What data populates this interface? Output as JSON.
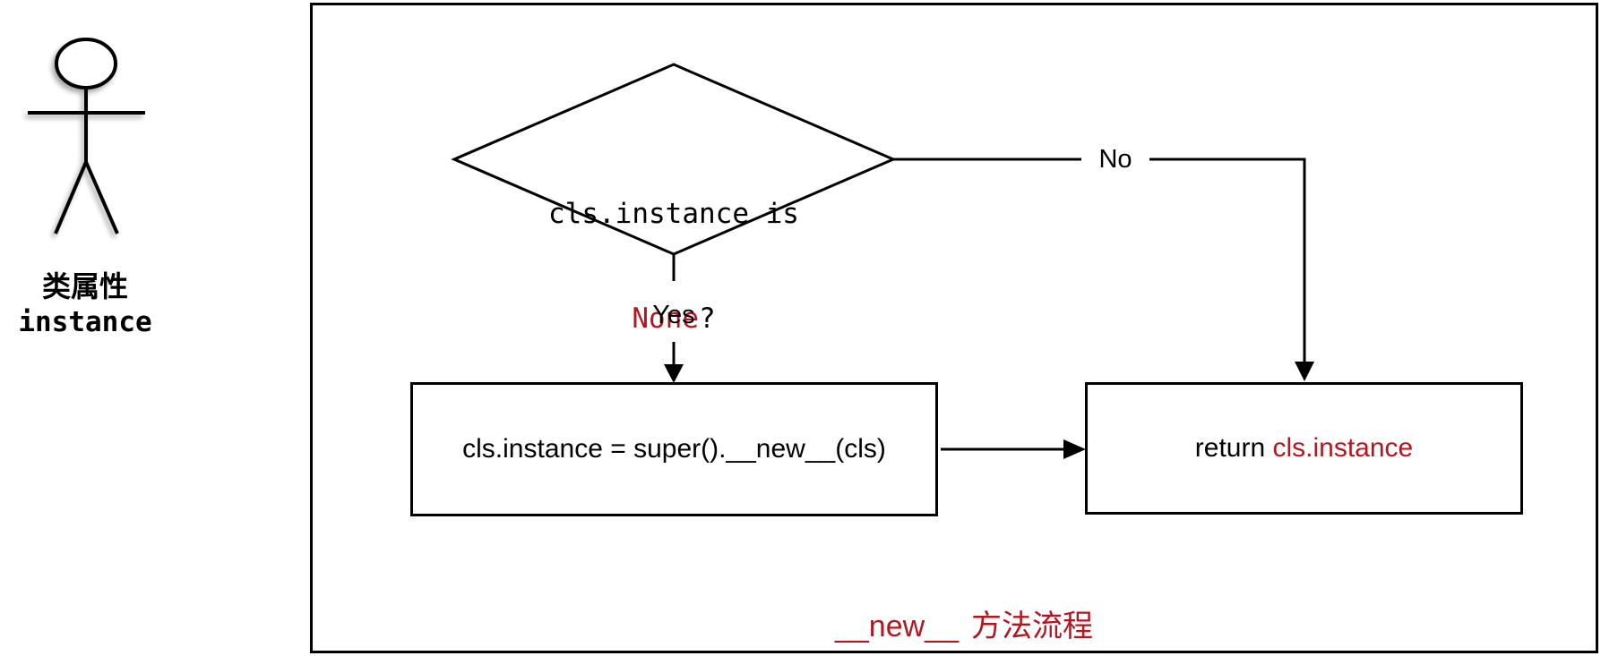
{
  "colors": {
    "red": "#b4161f",
    "black": "#000000",
    "background": "#ffffff"
  },
  "actor": {
    "title": "类属性",
    "subtitle": "instance"
  },
  "diagram": {
    "decision": {
      "line1": "cls.instance is",
      "highlight": "None",
      "suffix": "?"
    },
    "branch_yes": "Yes",
    "branch_no": "No",
    "process": "cls.instance = super().__new__(cls)",
    "return": {
      "keyword": "return ",
      "value": "cls.instance"
    },
    "caption": {
      "method": "__new__",
      "label": "方法流程"
    }
  }
}
